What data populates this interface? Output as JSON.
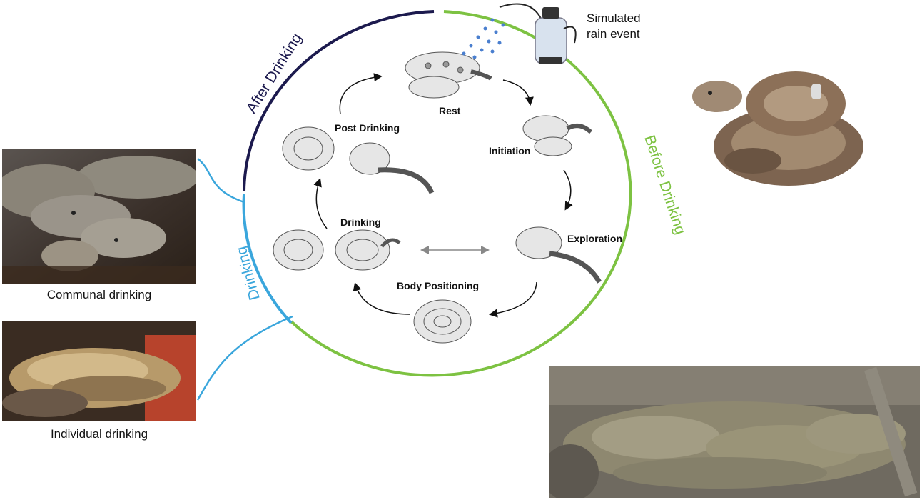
{
  "cycle": {
    "arc_labels": {
      "after": "After Drinking",
      "before": "Before Drinking",
      "drinking": "Drinking"
    },
    "stages": {
      "rest": "Rest",
      "initiation": "Initiation",
      "exploration": "Exploration",
      "body_positioning": "Body Positioning",
      "drinking": "Drinking",
      "post_drinking": "Post Drinking"
    },
    "colors": {
      "after": "#1c1a4e",
      "before": "#7dc242",
      "drinking": "#3aa6dc"
    }
  },
  "rain": {
    "line1": "Simulated",
    "line2": "rain event"
  },
  "photos": {
    "communal_caption": "Communal drinking",
    "individual_caption": "Individual drinking"
  }
}
